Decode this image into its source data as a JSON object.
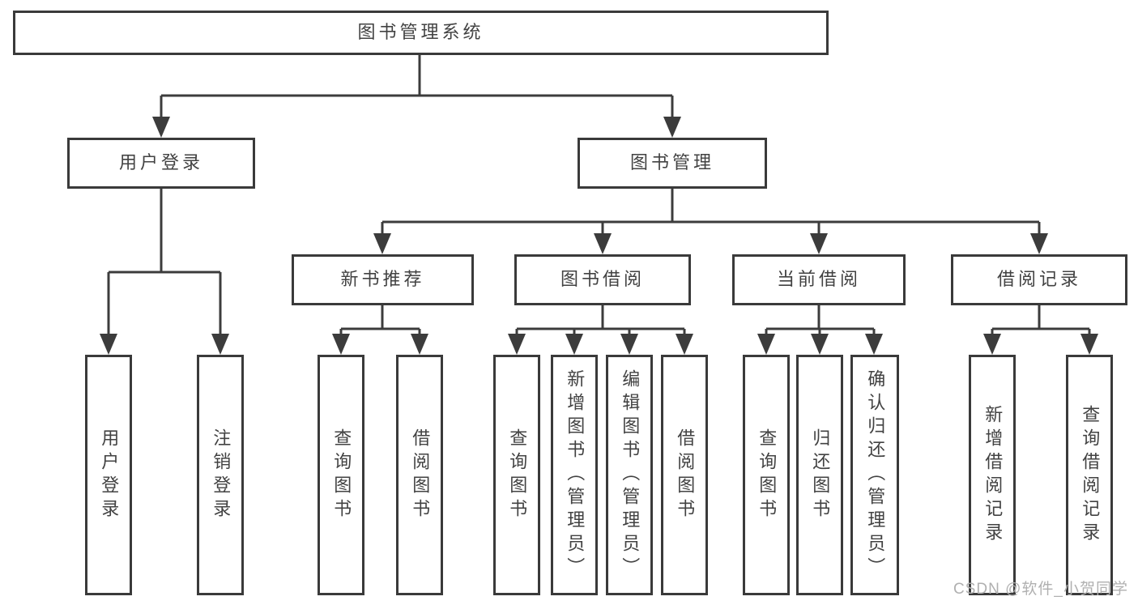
{
  "diagram": {
    "root": {
      "label": "图书管理系统"
    },
    "branches": [
      {
        "label": "用户登录",
        "children": [
          {
            "label": "用户登录"
          },
          {
            "label": "注销登录"
          }
        ]
      },
      {
        "label": "图书管理",
        "children": [
          {
            "label": "新书推荐",
            "children": [
              {
                "label": "查询图书"
              },
              {
                "label": "借阅图书"
              }
            ]
          },
          {
            "label": "图书借阅",
            "children": [
              {
                "label": "查询图书"
              },
              {
                "label": "新增图书（管理员）"
              },
              {
                "label": "编辑图书（管理员）"
              },
              {
                "label": "借阅图书"
              }
            ]
          },
          {
            "label": "当前借阅",
            "children": [
              {
                "label": "查询图书"
              },
              {
                "label": "归还图书"
              },
              {
                "label": "确认归还（管理员）"
              }
            ]
          },
          {
            "label": "借阅记录",
            "children": [
              {
                "label": "新增借阅记录"
              },
              {
                "label": "查询借阅记录"
              }
            ]
          }
        ]
      }
    ]
  },
  "watermark": {
    "text": "CSDN @软件_小贺同学"
  },
  "colors": {
    "line": "#3c3c3c",
    "border": "#3a3a3a",
    "text": "#424242",
    "box_background": "#ffffff",
    "watermark": "#b0b0b0"
  }
}
